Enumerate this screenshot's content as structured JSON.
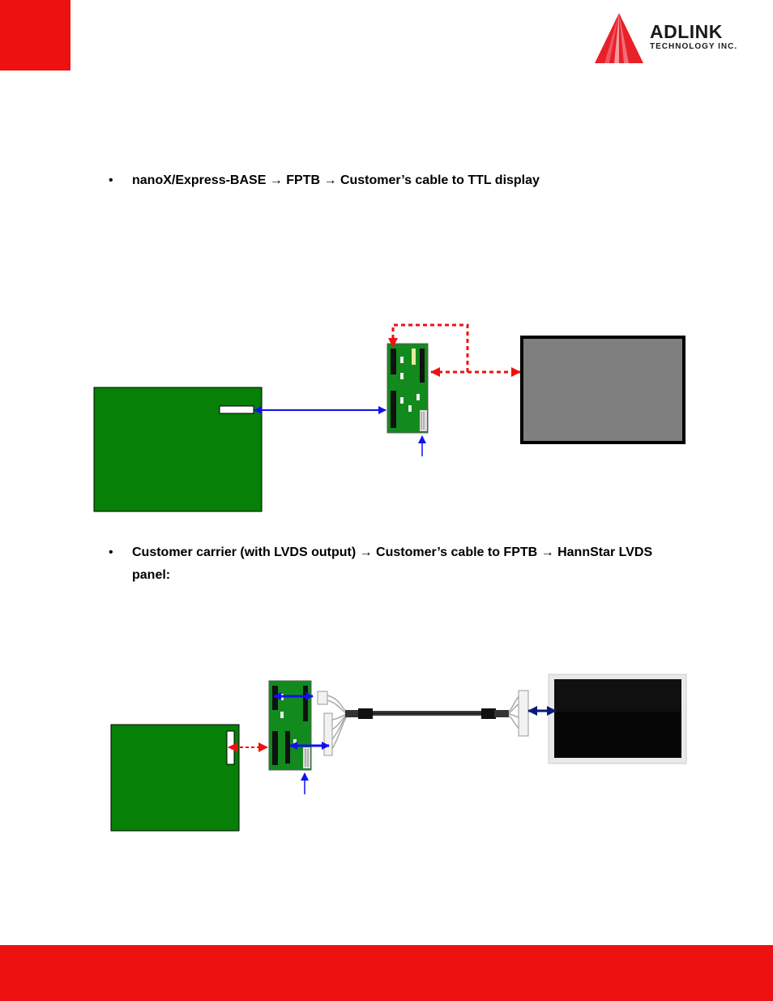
{
  "header": {
    "logo_name": "ADLINK",
    "logo_tagline": "TECHNOLOGY INC.",
    "brand_red": "#ee1111"
  },
  "section1": {
    "bullet": "•",
    "text": "nanoX/Express-BASE → FPTB → Customer’s cable to TTL display"
  },
  "section2": {
    "bullet": "•",
    "text": "Customer carrier (with LVDS output) → Customer’s cable to FPTB → HannStar LVDS panel:"
  },
  "colors": {
    "board_green": "#068006",
    "panel_gray": "#7f7f7f",
    "arrow_blue": "#1111ee",
    "arrow_red": "#ee1111",
    "arrow_navy": "#0a1a7a"
  }
}
